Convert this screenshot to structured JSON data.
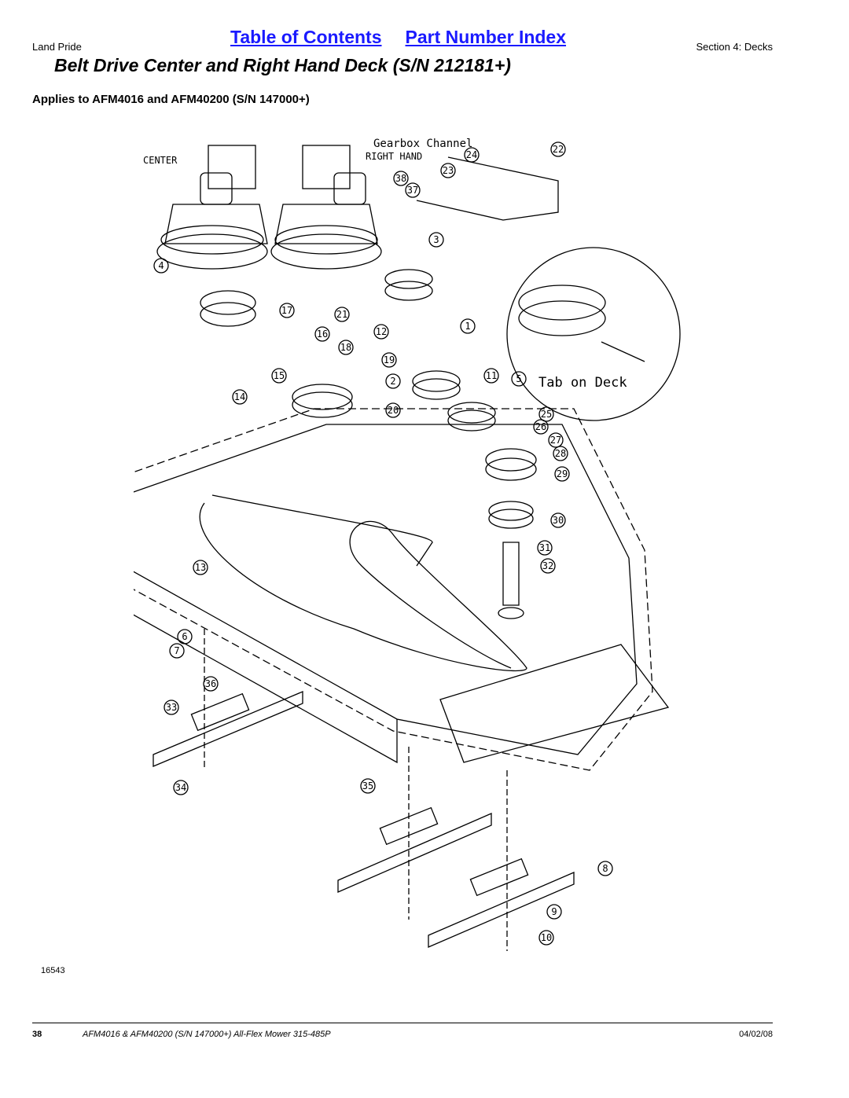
{
  "header": {
    "brand": "Land Pride",
    "toc_link": "Table of Contents",
    "index_link": "Part Number Index",
    "section": "Section 4: Decks"
  },
  "title": "Belt Drive Center and Right Hand Deck (S/N 212181+)",
  "subtitle": "Applies to AFM4016 and AFM40200 (S/N 147000+)",
  "diagram": {
    "labels": {
      "center": "CENTER",
      "right_hand": "RIGHT HAND",
      "gearbox_channel": "Gearbox Channel",
      "tab_on_deck": "Tab on Deck"
    },
    "callouts": [
      "1",
      "2",
      "3",
      "4",
      "5",
      "6",
      "7",
      "8",
      "9",
      "10",
      "11",
      "12",
      "13",
      "14",
      "15",
      "16",
      "17",
      "18",
      "19",
      "20",
      "21",
      "22",
      "23",
      "24",
      "25",
      "26",
      "27",
      "28",
      "29",
      "30",
      "31",
      "32",
      "33",
      "34",
      "35",
      "36",
      "37",
      "38"
    ],
    "figure_number": "16543"
  },
  "footer": {
    "page": "38",
    "manual": "AFM4016 & AFM40200 (S/N 147000+) All-Flex Mower 315-485P",
    "date": "04/02/08"
  }
}
